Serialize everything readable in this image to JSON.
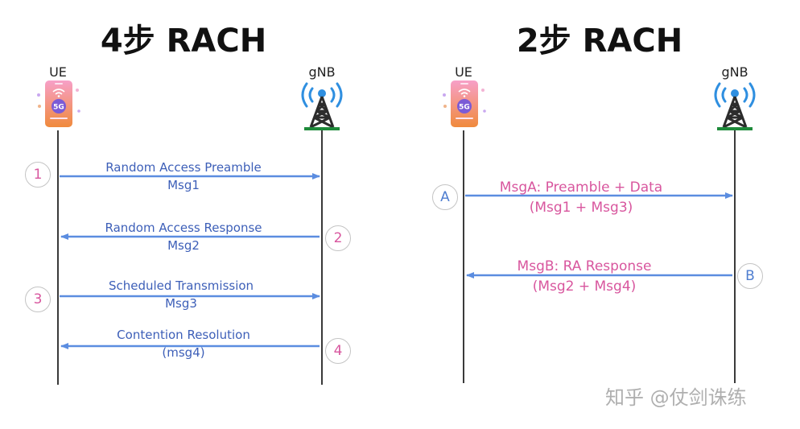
{
  "colors": {
    "arrow": "#5b8de0",
    "pink": "#d8569e",
    "blue_text": "#3d5fb8",
    "lifeline": "#3a3a3a",
    "tower": "#1e8a3a",
    "signal": "#2f8fe0"
  },
  "four_step": {
    "title": "4步 RACH",
    "ue_label": "UE",
    "gnb_label": "gNB",
    "messages": [
      {
        "step": "1",
        "line1": "Random Access Preamble",
        "line2": "Msg1",
        "direction": "ue-to-gnb"
      },
      {
        "step": "2",
        "line1": "Random Access Response",
        "line2": "Msg2",
        "direction": "gnb-to-ue"
      },
      {
        "step": "3",
        "line1": "Scheduled Transmission",
        "line2": "Msg3",
        "direction": "ue-to-gnb"
      },
      {
        "step": "4",
        "line1": "Contention Resolution",
        "line2": "(msg4)",
        "direction": "gnb-to-ue"
      }
    ]
  },
  "two_step": {
    "title": "2步 RACH",
    "ue_label": "UE",
    "gnb_label": "gNB",
    "messages": [
      {
        "step": "A",
        "line1": "MsgA: Preamble + Data",
        "line2": "(Msg1 + Msg3)",
        "direction": "ue-to-gnb"
      },
      {
        "step": "B",
        "line1": "MsgB: RA Response",
        "line2": "(Msg2 + Msg4)",
        "direction": "gnb-to-ue"
      }
    ]
  },
  "icons": {
    "phone": "smartphone-5g-icon",
    "phone_text": "5G",
    "tower": "cell-tower-icon"
  },
  "watermark": "知乎 @仗剑诛练"
}
